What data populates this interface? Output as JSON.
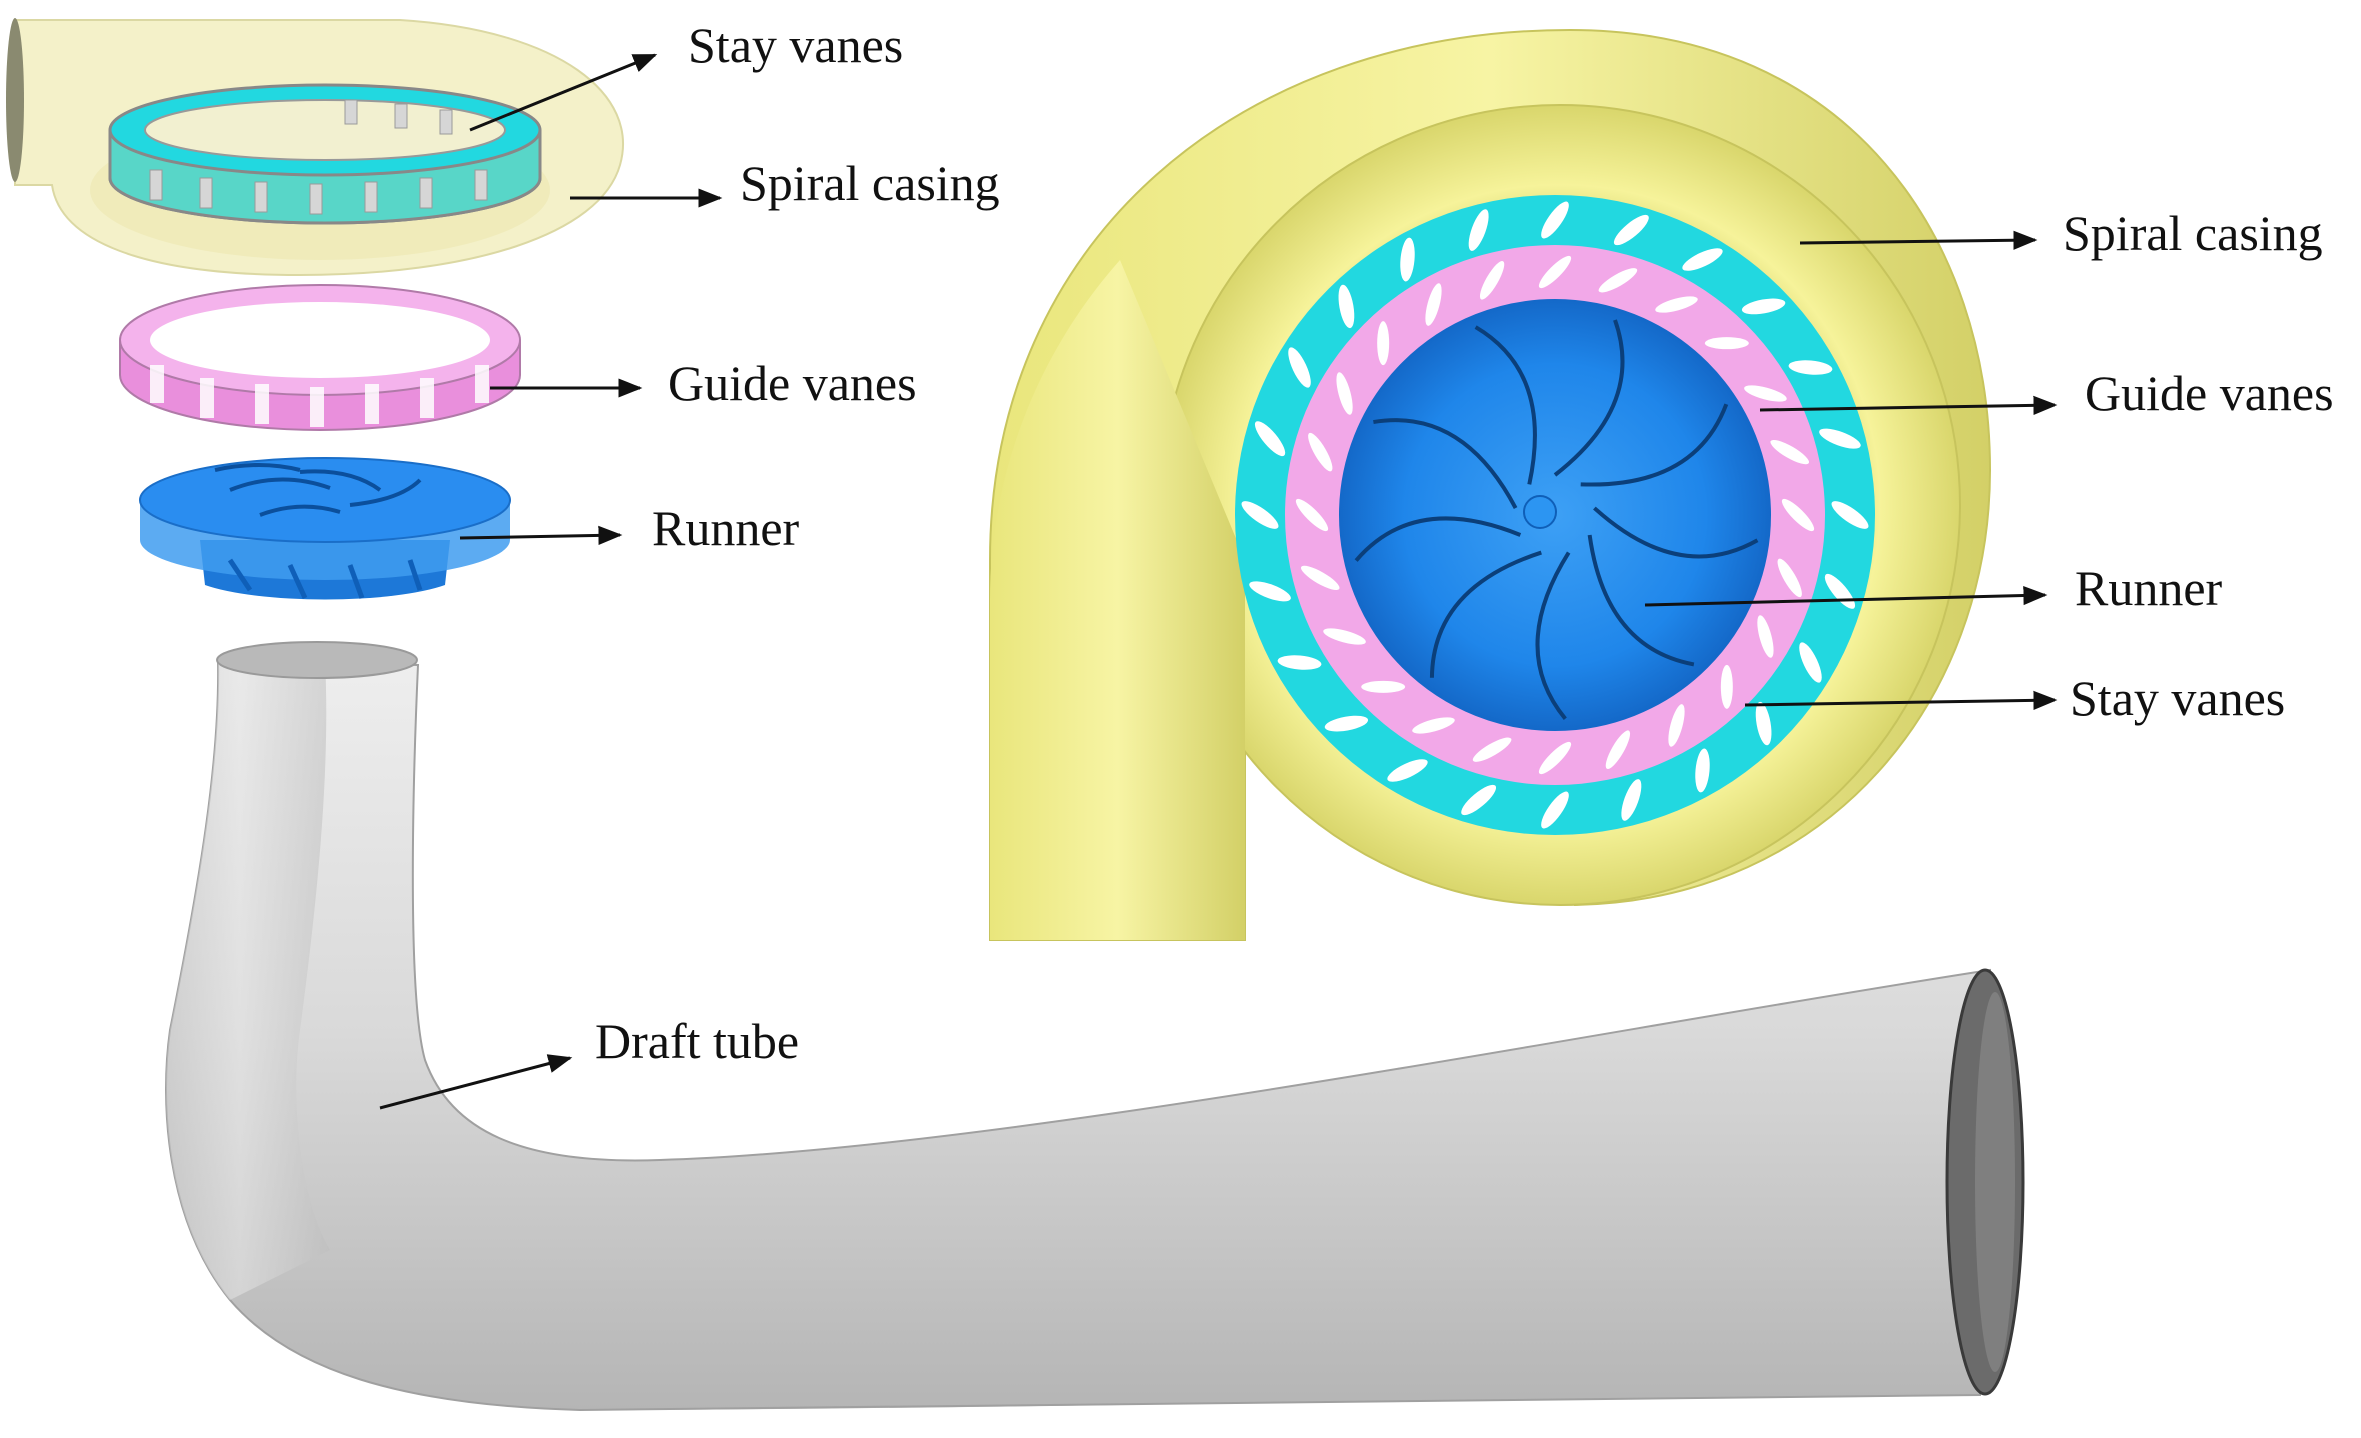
{
  "colors": {
    "casing": "#f2ef8a",
    "casing_shade": "#c9c65a",
    "casing_translucent": "#f1eec6",
    "stay_vanes": "#22d8e0",
    "guide_vanes": "#f2a8e8",
    "runner": "#1f86ea",
    "runner_dark": "#0f5fb8",
    "draft_tube": "#dcdcdc",
    "draft_tube_shade": "#a9a9a9",
    "outlet": "#6b6b6b"
  },
  "exploded_view": {
    "labels": {
      "stay_vanes": "Stay vanes",
      "spiral_casing": "Spiral casing",
      "guide_vanes": "Guide vanes",
      "runner": "Runner",
      "draft_tube": "Draft tube"
    }
  },
  "plan_view": {
    "labels": {
      "spiral_casing": "Spiral casing",
      "guide_vanes": "Guide vanes",
      "runner": "Runner",
      "stay_vanes": "Stay vanes"
    }
  }
}
